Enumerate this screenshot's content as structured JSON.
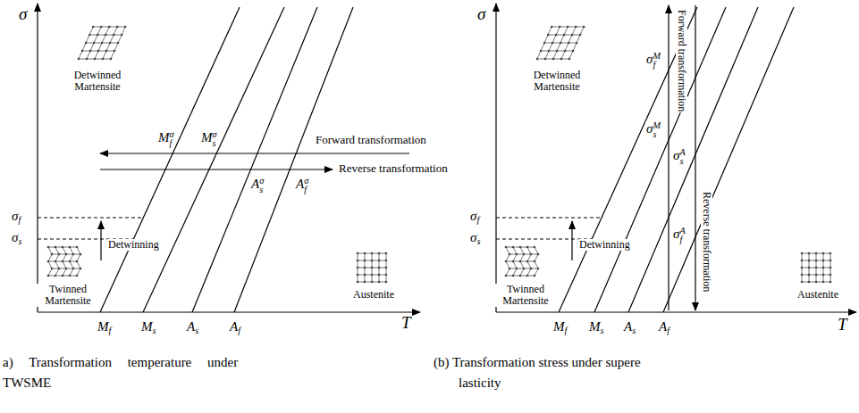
{
  "diagram": {
    "labels": [
      "σ",
      "T",
      "Detwinned Martensite",
      "σf",
      "σs",
      "Detwinning",
      "Twinned Martensite",
      "Mfσ",
      "Msσ",
      "Forward transformation",
      "Asσ",
      "Afσ",
      "Reverse transformation",
      "Austenite",
      "Mf",
      "Ms",
      "As",
      "Af",
      "σ",
      "T",
      "Detwinned Martensite",
      "Forward transformation",
      "σfM",
      "σsM",
      "σsA",
      "Reverse transformation",
      "σfA",
      "σf",
      "σs",
      "Detwinning",
      "Twinned Martensite",
      "Austenite",
      "Mf",
      "Ms",
      "As",
      "Af",
      "a) Transformation temperature under",
      "TWSME",
      "(b) Transformation stress under supere",
      "lasticity"
    ]
  }
}
